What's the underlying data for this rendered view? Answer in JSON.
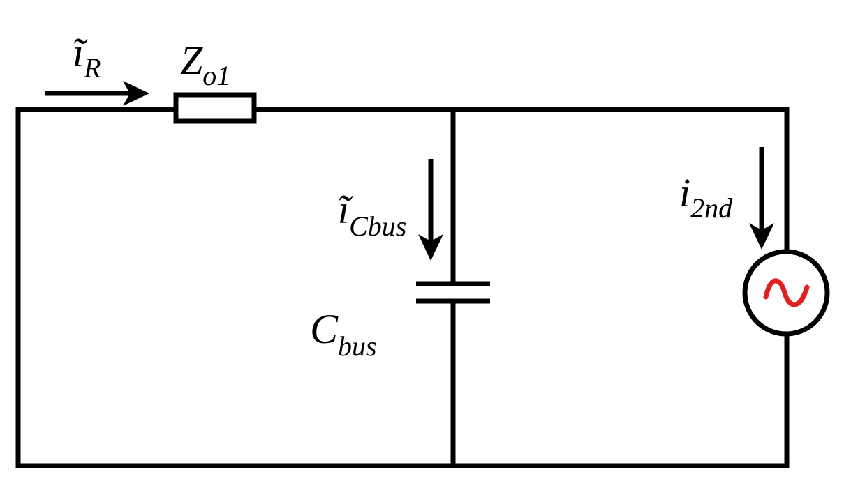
{
  "labels": {
    "iR": {
      "main": "ĩ",
      "sub": "R"
    },
    "Zo1": {
      "main": "Z",
      "sub": "o1"
    },
    "iCbus": {
      "main": "ĩ",
      "sub": "Cbus"
    },
    "Cbus": {
      "main": "C",
      "sub": "bus"
    },
    "i2nd": {
      "main": "i",
      "sub": "2nd"
    }
  },
  "colors": {
    "wire": "#000000",
    "source_symbol": "#e02020"
  },
  "icons": {
    "source": "ac-current-source-icon",
    "capacitor": "capacitor-icon",
    "impedance": "resistor-icon"
  }
}
